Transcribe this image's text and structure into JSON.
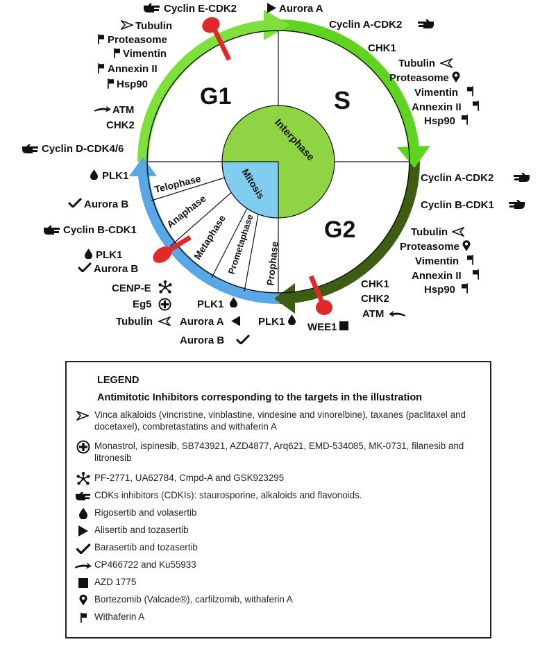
{
  "phases": {
    "g1": "G1",
    "s": "S",
    "g2": "G2",
    "interphase": "Interphase",
    "mitosis": "Mitosis",
    "telophase": "Telophase",
    "anaphase": "Anaphase",
    "metaphase": "Metaphase",
    "prometaphase": "Prometaphase",
    "prophase": "Prophase"
  },
  "labels": {
    "top_left": {
      "cyclin_e_cdk2": "Cyclin E-CDK2",
      "tubulin": "Tubulin",
      "proteasome": "Proteasome",
      "vimentin": "Vimentin",
      "annexin": "Annexin II",
      "hsp90": "Hsp90",
      "atm": "ATM",
      "chk2": "CHK2",
      "cyclin_d": "Cyclin D-CDK4/6"
    },
    "top_right": {
      "aurora_a": "Aurora A",
      "cyclin_a_cdk2": "Cyclin A-CDK2",
      "chk1": "CHK1",
      "tubulin": "Tubulin",
      "proteasome": "Proteasome",
      "vimentin": "Vimentin",
      "annexin": "Annexin II",
      "hsp90": "Hsp90"
    },
    "right": {
      "cyclin_a_cdk2": "Cyclin A-CDK2",
      "cyclin_b_cdk1": "Cyclin B-CDK1",
      "tubulin": "Tubulin",
      "proteasome": "Proteasome",
      "vimentin": "Vimentin",
      "annexin": "Annexin II",
      "hsp90": "Hsp90",
      "chk1": "CHK1",
      "chk2": "CHK2",
      "atm": "ATM"
    },
    "bottom": {
      "wee1": "WEE1",
      "plk1_a": "PLK1",
      "plk1_b": "PLK1",
      "aurora_a": "Aurora A",
      "aurora_b": "Aurora B"
    },
    "left": {
      "plk1": "PLK1",
      "aurora_b": "Aurora B",
      "cyclin_b_cdk1": "Cyclin B-CDK1",
      "plk1_b": "PLK1",
      "aurora_b2": "Aurora B",
      "cenp_e": "CENP-E",
      "eg5": "Eg5",
      "tubulin": "Tubulin"
    }
  },
  "legend": {
    "heading": "LEGEND",
    "subtitle": "Antimitotic Inhibitors corresponding to the targets in the illustration",
    "items": [
      {
        "icon": "open-triangle-icon",
        "text": "Vinca alkaloids (vincristine, vinblastine, vindesine and vinorelbine), taxanes (paclitaxel and docetaxel), combretastatins and withaferin A"
      },
      {
        "icon": "circle-plus-icon",
        "text": "Monastrol, ispinesib, SB743921, AZD4877, Arq621, EMD-534085, MK-0731, filanesib and litronesib"
      },
      {
        "icon": "star-burst-icon",
        "text": "PF-2771, UA62784, Cmpd-A and GSK923295"
      },
      {
        "icon": "pointing-hand-icon",
        "text": "CDKs inhibitors (CDKIs): staurosporine, alkaloids and flavonoids."
      },
      {
        "icon": "drop-icon",
        "text": "Rigosertib and volasertib"
      },
      {
        "icon": "filled-triangle-icon",
        "text": "Alisertib and tozasertib"
      },
      {
        "icon": "checkmark-icon",
        "text": "Barasertib and tozasertib"
      },
      {
        "icon": "swoosh-arrow-icon",
        "text": "CP466722 and Ku55933"
      },
      {
        "icon": "square-icon",
        "text": "AZD 1775"
      },
      {
        "icon": "map-pin-icon",
        "text": "Bortezomib (Valcade®), carfilzomib, withaferin A"
      },
      {
        "icon": "flag-icon",
        "text": "Withaferin A"
      }
    ]
  },
  "colors": {
    "g1_arc": "#7ee03a",
    "s_arc": "#5fd41f",
    "g2_arc": "#3d5e12",
    "mitosis_arc": "#58a8e8",
    "interphase_fill": "#8fd443",
    "mitosis_fill": "#80cdef",
    "inhibitor": "#e02a2a"
  }
}
